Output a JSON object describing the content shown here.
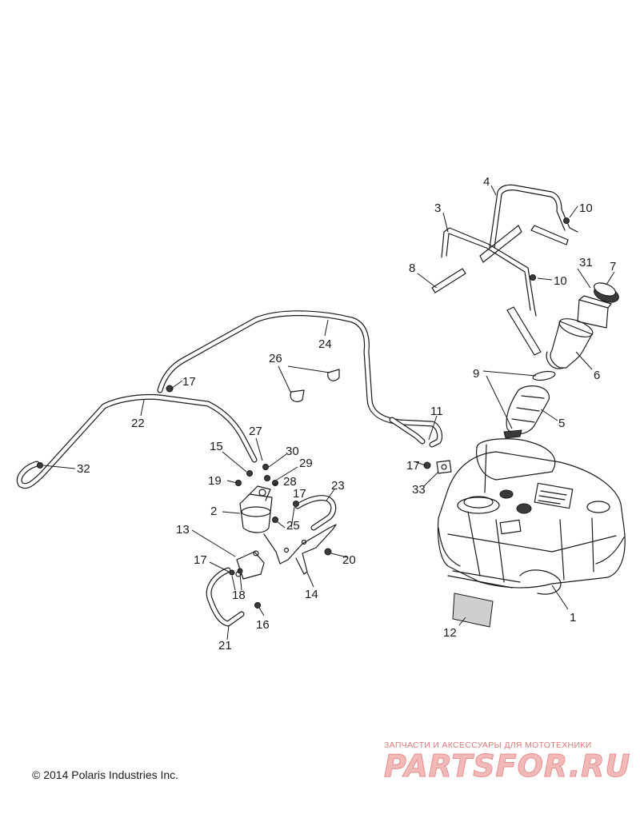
{
  "callouts": {
    "c1": "1",
    "c2": "2",
    "c3": "3",
    "c4": "4",
    "c5": "5",
    "c6": "6",
    "c7": "7",
    "c8": "8",
    "c9": "9",
    "c10a": "10",
    "c10b": "10",
    "c11": "11",
    "c12": "12",
    "c13": "13",
    "c14": "14",
    "c15": "15",
    "c16": "16",
    "c17a": "17",
    "c17b": "17",
    "c17c": "17",
    "c17d": "17",
    "c18": "18",
    "c19": "19",
    "c20": "20",
    "c21": "21",
    "c22": "22",
    "c23": "23",
    "c24": "24",
    "c25": "25",
    "c26": "26",
    "c27": "27",
    "c28": "28",
    "c29": "29",
    "c30": "30",
    "c31": "31",
    "c32": "32",
    "c33": "33"
  },
  "footer": {
    "copyright": "© 2014 Polaris Industries Inc."
  },
  "watermark": {
    "tagline": "ЗАПЧАСТИ И АКСЕССУАРЫ ДЛЯ МОТОТЕХНИКИ",
    "logo": "PARTSFOR.RU"
  }
}
